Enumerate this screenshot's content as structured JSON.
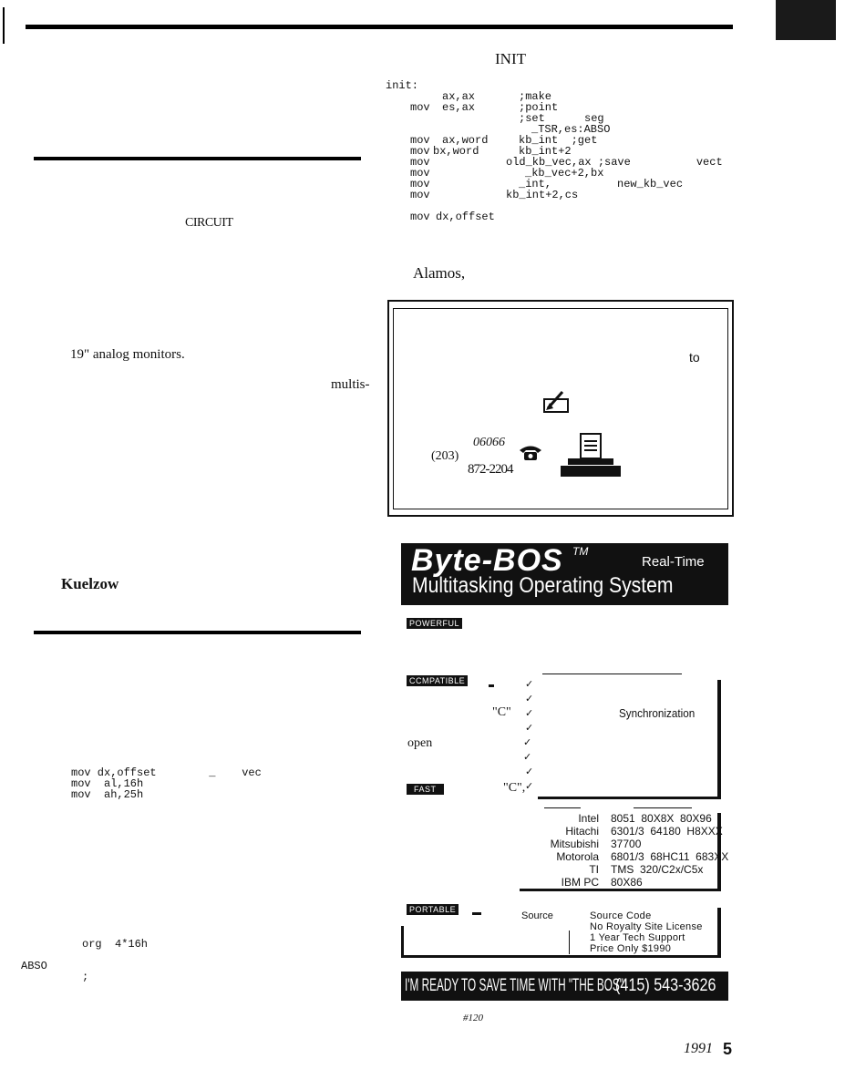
{
  "header": {
    "section_title": "INIT"
  },
  "code_top": [
    {
      "label": "init:",
      "op": "",
      "args": "",
      "comment": ""
    },
    {
      "label": "",
      "op": "",
      "args": "ax,ax",
      "comment": ";make"
    },
    {
      "label": "",
      "op": "mov",
      "args": "es,ax",
      "comment": ";point"
    },
    {
      "label": "",
      "op": "",
      "args": "",
      "comment": ";set      seg"
    },
    {
      "label": "",
      "op": "",
      "args": "_TSR,es:ABSO",
      "comment": ""
    },
    {
      "label": "",
      "op": "mov",
      "args": "ax,word",
      "comment": "kb_int  ;get"
    },
    {
      "label": "",
      "op": "mov",
      "args": "bx,word",
      "comment": "kb_int+2"
    },
    {
      "label": "",
      "op": "mov",
      "args": "",
      "comment": "old_kb_vec,ax ;save          vect"
    },
    {
      "label": "",
      "op": "mov",
      "args": "",
      "comment": "_kb_vec+2,bx"
    },
    {
      "label": "",
      "op": "mov",
      "args": "",
      "comment": "_int,          new_kb_vec"
    },
    {
      "label": "",
      "op": "mov",
      "args": "",
      "comment": "kb_int+2,cs"
    },
    {
      "label": "",
      "op": "mov",
      "args": "dx,offset",
      "comment": ""
    }
  ],
  "left_column": {
    "circuit_word": "CIRCUIT",
    "monitors_text": "19\" analog monitors.",
    "multis_text": "multis-",
    "author": "Kuelzow"
  },
  "code_left": {
    "block1": [
      "mov dx,offset        _    vec",
      "mov  al,16h",
      "mov  ah,25h"
    ],
    "org_line": "org  4*16h",
    "abso_label": "ABSO",
    "semicolon": ";"
  },
  "alamos_text": "Alamos,",
  "contact_box": {
    "to_text": "to",
    "zip": "06066",
    "area_code": "(203)",
    "phone": "872-2204"
  },
  "ad": {
    "brand": "Byte-BOS",
    "trademark": "TM",
    "brand_sub": "Real-Time",
    "headline": "Multitasking Operating System",
    "tags": {
      "powerful": "POWERFUL",
      "compatible": "CCMPATIBLE",
      "fast": "FAST",
      "portable": "PORTABLE"
    },
    "c_quote_1": "\"C\"",
    "open_word": "open",
    "c_quote_2": "\"C\",",
    "sync_word": "Synchronization",
    "processors": [
      {
        "vendor": "Intel",
        "chips": "8051  80X8X  80X96"
      },
      {
        "vendor": "Hitachi",
        "chips": "6301/3  64180  H8XXX"
      },
      {
        "vendor": "Mitsubishi",
        "chips": "37700"
      },
      {
        "vendor": "Motorola",
        "chips": "6801/3  68HC11  683XX"
      },
      {
        "vendor": "TI",
        "chips": "TMS  320/C2x/C5x"
      },
      {
        "vendor": "IBM PC",
        "chips": "80X86"
      }
    ],
    "source_label": "Source",
    "license_lines": [
      "Source Code",
      "No  Royalty  Site  License",
      "1  Year  Tech  Support",
      "Price  Only  $1990"
    ],
    "cta": "I'M READY TO SAVE TIME WITH \"THE BOS\"",
    "cta_phone": "(415)  543-3626",
    "reader_service": "#120"
  },
  "footer": {
    "year": "1991",
    "page_number": "5"
  }
}
